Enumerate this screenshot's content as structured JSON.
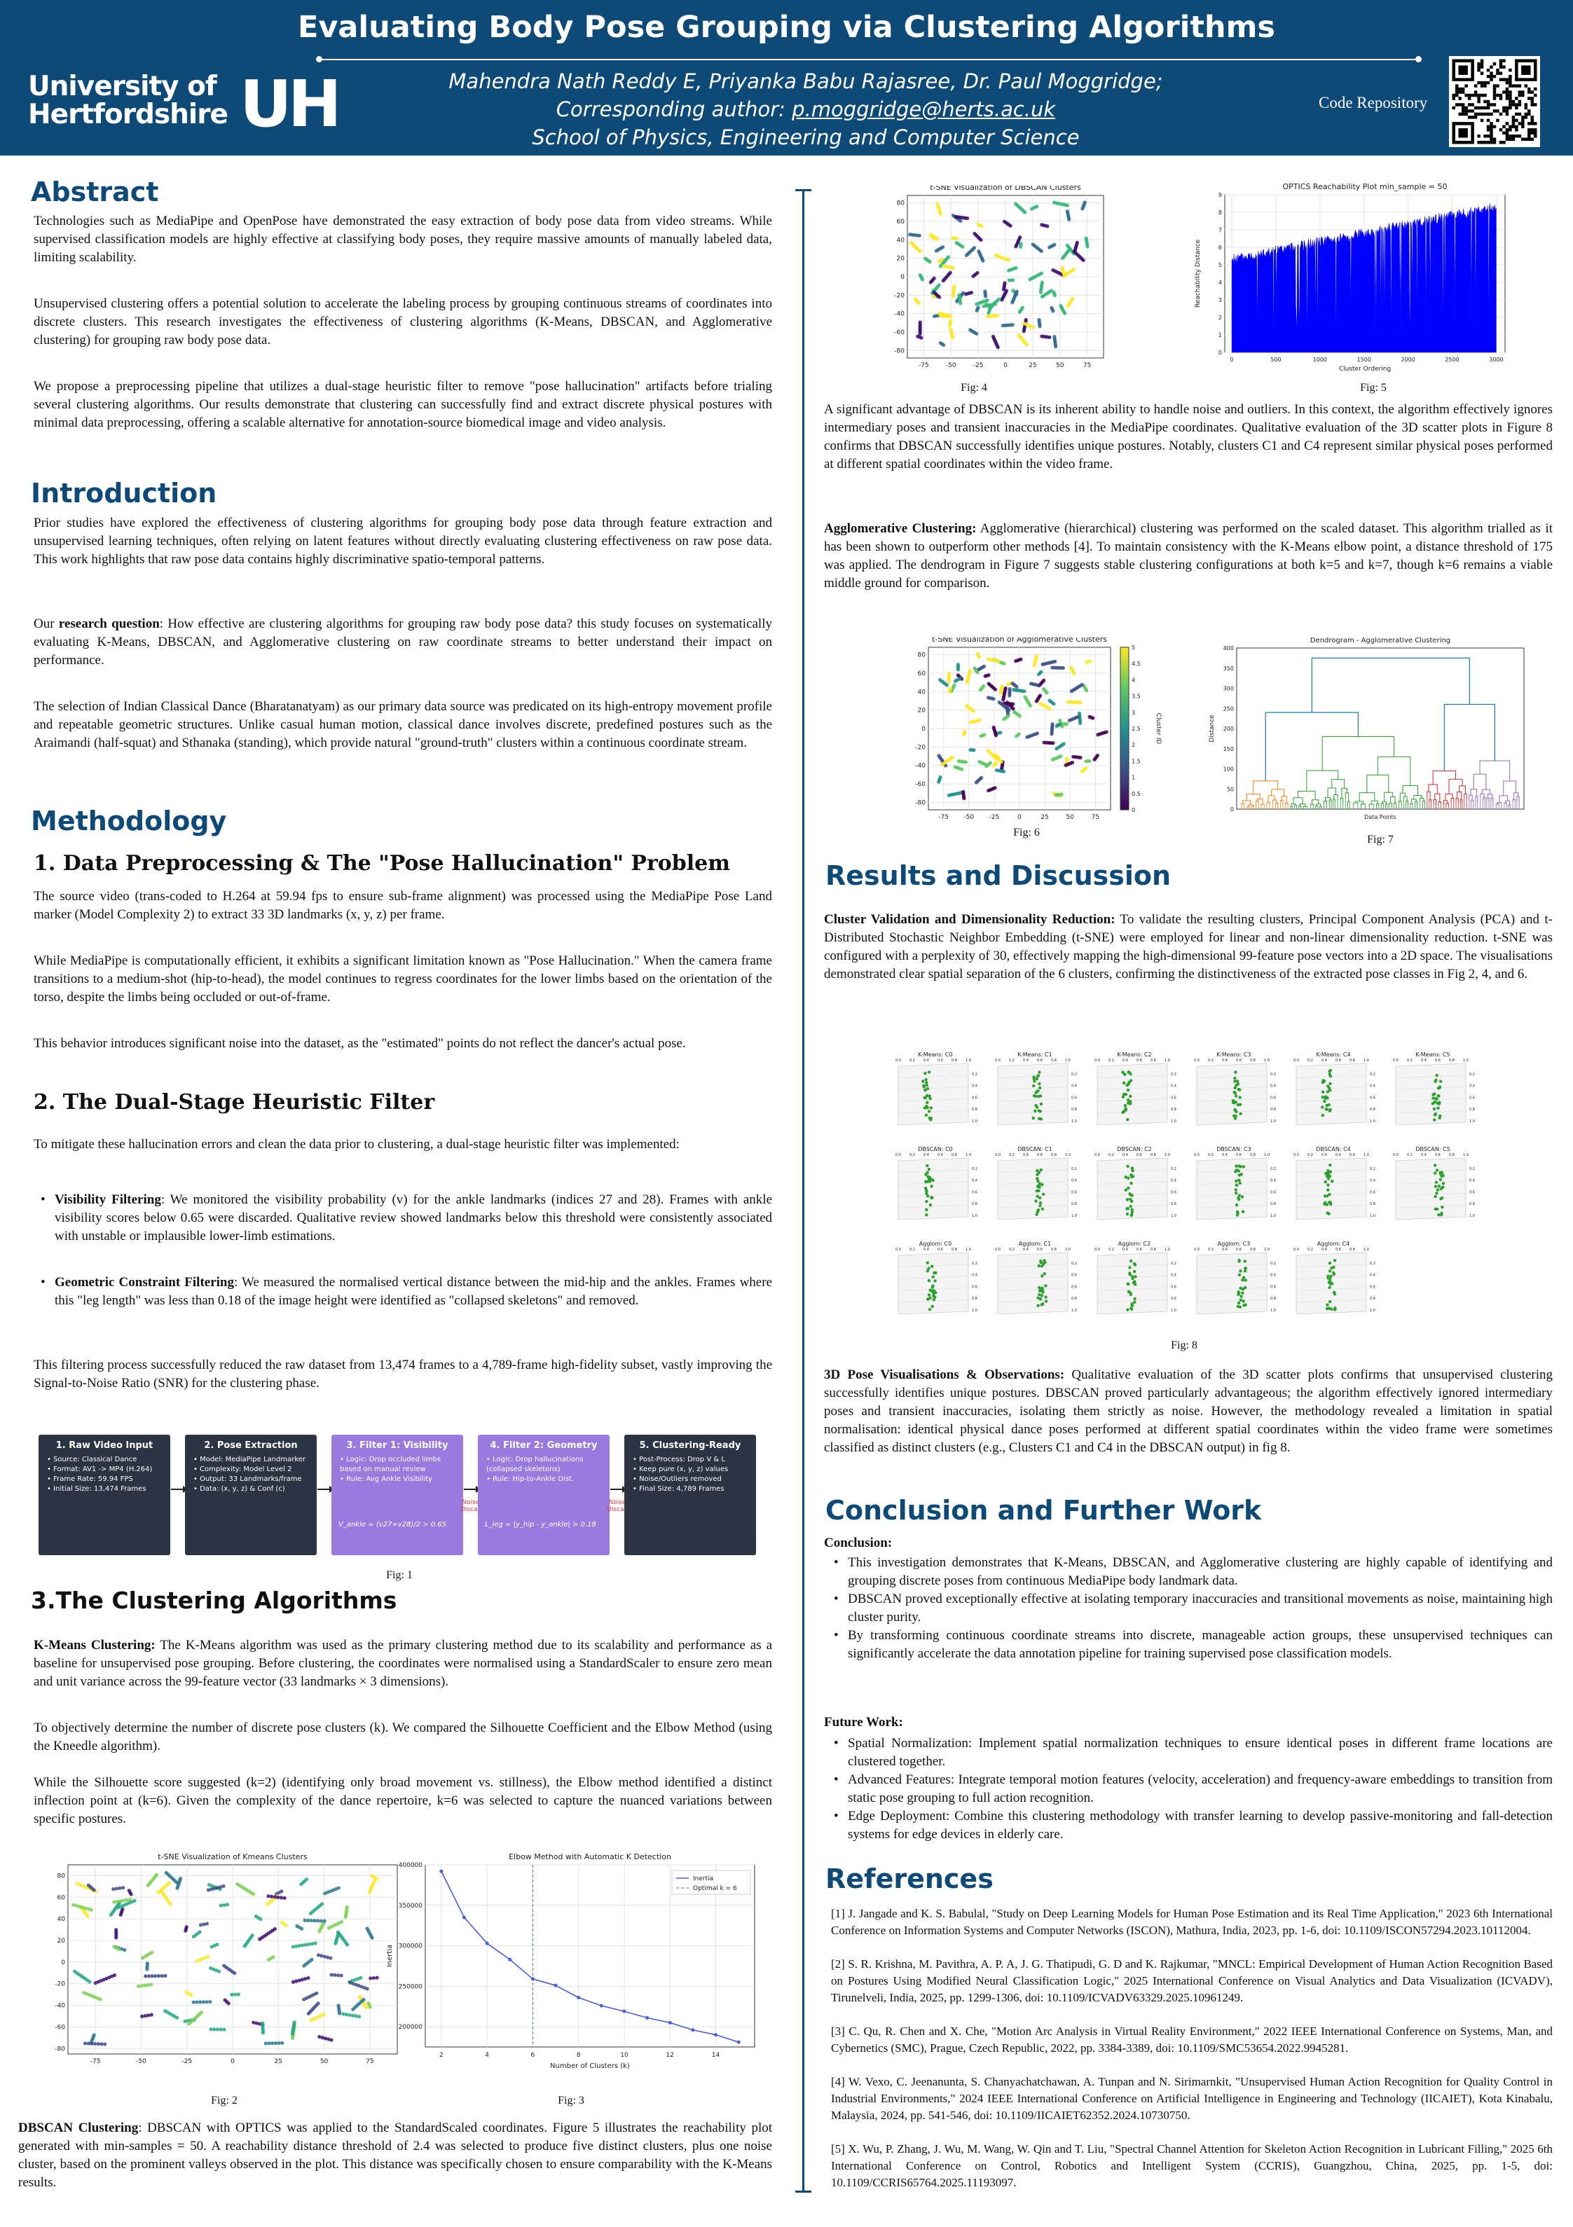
{
  "header": {
    "title": "Evaluating Body Pose Grouping via Clustering Algorithms",
    "authors": "Mahendra Nath Reddy E, Priyanka Babu Rajasree, Dr. Paul Moggridge;",
    "corresponding_prefix": "Corresponding author: ",
    "corresponding_email": "p.moggridge@herts.ac.uk",
    "affiliation": "School of Physics, Engineering and Computer Science",
    "university_line1": "University of",
    "university_line2": "Hertfordshire",
    "logo_mark": "UH",
    "code_repo": "Code Repository"
  },
  "abstract": {
    "heading": "Abstract",
    "p1": "Technologies such as MediaPipe and OpenPose have demonstrated the easy extraction of body pose data from video streams. While supervised classification models are highly effective at classifying body poses, they require massive amounts of manually labeled data, limiting scalability.",
    "p2": "Unsupervised clustering offers a potential solution to accelerate the labeling process by grouping continuous streams of coordinates into discrete clusters. This research investigates the effectiveness of clustering algorithms (K-Means, DBSCAN, and Agglomerative clustering) for grouping raw body pose data.",
    "p3": "We propose a preprocessing pipeline that utilizes a dual-stage heuristic filter to remove \"pose hallucination\" artifacts before trialing several clustering algorithms. Our results demonstrate that clustering can successfully find and extract discrete physical postures with minimal data preprocessing, offering a scalable alternative for annotation-source biomedical image and video analysis."
  },
  "introduction": {
    "heading": "Introduction",
    "p1": "Prior studies have explored the effectiveness of clustering algorithms for grouping body pose data through feature extraction and unsupervised learning techniques, often relying on latent features without directly evaluating clustering effectiveness on raw pose data.  This work highlights that raw pose data contains highly discriminative spatio-temporal patterns.",
    "p2_lead": "Our ",
    "p2_bold": "research question",
    "p2_rest": ": How effective are clustering algorithms for grouping raw body pose data? this study focuses on systematically evaluating K-Means, DBSCAN, and Agglomerative clustering on raw coordinate streams to better understand their impact on performance.",
    "p3": "The selection of Indian Classical Dance (Bharatanatyam) as our primary data source was predicated on its high-entropy movement profile and repeatable geometric structures. Unlike casual human motion, classical dance involves discrete, predefined postures such as the Araimandi (half-squat) and Sthanaka (standing), which provide natural \"ground-truth\" clusters within a continuous coordinate stream."
  },
  "methodology": {
    "heading": "Methodology",
    "s1_heading": "1. Data Preprocessing & The \"Pose Hallucination\" Problem",
    "s1_p1": "The source video (trans-coded to H.264 at 59.94 fps to ensure sub-frame alignment) was processed using the MediaPipe Pose Land marker (Model Complexity 2) to extract 33 3D landmarks (x, y, z) per frame.",
    "s1_p2": "While MediaPipe is computationally efficient, it exhibits a significant limitation known as \"Pose Hallucination.\" When the camera frame transitions to a medium-shot (hip-to-head), the model continues to regress coordinates for the lower limbs based on the orientation of the torso, despite the limbs being occluded or out-of-frame.",
    "s1_p3": "This behavior introduces significant noise into the dataset, as the \"estimated\" points do not reflect the dancer's actual pose.",
    "s2_heading": "2. The Dual-Stage Heuristic Filter",
    "s2_p1": "To mitigate these hallucination errors and clean the data prior to clustering, a dual-stage heuristic filter was implemented:",
    "s2_b1_bold": "Visibility Filtering",
    "s2_b1_rest": ": We monitored the visibility probability (v) for the ankle landmarks (indices 27 and 28). Frames with ankle visibility scores below 0.65 were discarded. Qualitative review showed landmarks below this threshold were consistently associated with unstable or implausible lower-limb estimations.",
    "s2_b2_bold": "Geometric Constraint Filtering",
    "s2_b2_rest": ": We measured the normalised vertical distance between the mid-hip and the ankles. Frames where this \"leg length\" was less than 0.18 of the image height were identified as \"collapsed skeletons\" and removed.",
    "s2_p2": "This filtering process successfully reduced the raw dataset from 13,474 frames to a 4,789-frame high-fidelity subset, vastly improving the Signal-to-Noise Ratio (SNR) for the clustering phase.",
    "pipeline": [
      {
        "title": "1. Raw Video Input",
        "items": [
          "Source: Classical Dance",
          "Format: AV1 -> MP4 (H.264)",
          "Frame Rate: 59.94 FPS",
          "Initial Size: 13,474 Frames"
        ],
        "formula": "",
        "color": "#2b3442"
      },
      {
        "title": "2. Pose Extraction",
        "items": [
          "Model: MediaPipe Landmarker",
          "Complexity: Model Level 2",
          "Output: 33 Landmarks/frame",
          "Data: (x, y, z) & Conf (c)"
        ],
        "formula": "",
        "color": "#2b3442"
      },
      {
        "title": "3. Filter 1: Visibility",
        "items": [
          "Logic: Drop occluded limbs based on manual review",
          "Rule: Avg Ankle Visibility"
        ],
        "formula": "V_ankle = (v27+v28)/2 > 0.65",
        "color": "#9b7ae0"
      },
      {
        "title": "4. Filter 2: Geometry",
        "items": [
          "Logic: Drop hallucinations (collapsed skeletons)",
          "Rule: Hip-to-Ankle Dist."
        ],
        "formula": "L_leg = |y_hip - y_ankle| > 0.18",
        "color": "#9b7ae0"
      },
      {
        "title": "5. Clustering-Ready",
        "items": [
          "Post-Process: Drop V & L",
          "Keep pure (x, y, z) values",
          "Noise/Outliers removed",
          "Final Size: 4,789 Frames"
        ],
        "formula": "",
        "color": "#2b3442"
      }
    ],
    "noise_label": "Noise Discarded",
    "fig1": "Fig: 1",
    "s3_heading": "3.The Clustering Algorithms",
    "s3_p1_bold": "K-Means Clustering:",
    "s3_p1_rest": " The K-Means algorithm was used as the primary clustering method due to its scalability and performance as a baseline for unsupervised pose grouping. Before clustering, the coordinates were normalised using a StandardScaler to ensure zero mean and unit variance across the 99-feature vector (33 landmarks × 3 dimensions).",
    "s3_p2": "To objectively determine the number of discrete pose clusters (k). We compared the Silhouette Coefficient and the Elbow Method (using the Kneedle algorithm).",
    "s3_p3": "While the Silhouette score suggested (k=2) (identifying only broad movement vs. stillness), the Elbow method identified a distinct inflection point at (k=6). Given the complexity of the dance repertoire, k=6 was selected to capture the nuanced variations between specific postures.",
    "fig2": "Fig: 2",
    "fig3": "Fig: 3",
    "s3_p4_bold": "DBSCAN Clustering",
    "s3_p4_rest": ": DBSCAN with OPTICS was applied to the StandardScaled coordinates. Figure 5 illustrates the reachability plot generated with min-samples = 50. A reachability distance threshold of 2.4 was selected to produce five distinct clusters, plus one noise cluster, based on the prominent valleys observed in the plot. This distance was specifically chosen to ensure comparability with the K-Means results."
  },
  "right": {
    "fig4": "Fig: 4",
    "fig5": "Fig: 5",
    "p1": "A significant advantage of DBSCAN is its inherent ability to handle noise and outliers. In this context, the algorithm effectively ignores intermediary poses and transient inaccuracies in the MediaPipe coordinates. Qualitative evaluation of the 3D scatter plots in Figure 8 confirms that DBSCAN successfully identifies unique postures. Notably, clusters C1 and C4 represent similar physical poses performed at different spatial coordinates within the video frame.",
    "p2_bold": "Agglomerative Clustering:",
    "p2_rest": " Agglomerative (hierarchical) clustering was performed on the scaled dataset. This algorithm trialled as it has been shown to outperform other methods [4]. To maintain consistency with the K-Means elbow point, a distance threshold of 175 was applied. The dendrogram in Figure 7 suggests stable clustering configurations at both k=5 and k=7, though k=6 remains a viable middle ground for comparison.",
    "fig6": "Fig: 6",
    "fig7": "Fig: 7",
    "results_heading": "Results and Discussion",
    "r_p1_bold": "Cluster Validation and Dimensionality Reduction:",
    "r_p1_rest": " To validate the resulting clusters, Principal Component Analysis (PCA) and t-Distributed Stochastic Neighbor Embedding (t-SNE) were employed for linear and non-linear dimensionality reduction. t-SNE was configured with a perplexity of 30, effectively mapping the high-dimensional 99-feature pose vectors into a 2D space. The visualisations demonstrated clear spatial separation of the 6 clusters, confirming the distinctiveness of the extracted pose classes in Fig 2, 4, and 6.",
    "fig8": "Fig: 8",
    "r_p2_bold": "3D Pose Visualisations & Observations:",
    "r_p2_rest": " Qualitative evaluation of the 3D scatter plots confirms that unsupervised clustering successfully identifies unique postures. DBSCAN proved particularly advantageous; the algorithm effectively ignored intermediary poses and transient inaccuracies, isolating them strictly as noise. However, the methodology revealed a limitation in spatial normalisation: identical physical dance poses performed at different spatial coordinates within the video frame were sometimes classified as distinct clusters (e.g., Clusters C1 and C4 in the DBSCAN output) in fig 8.",
    "conclusion_heading": "Conclusion and Further Work",
    "conclusion_label": "Conclusion:",
    "conclusion_items": [
      "This investigation demonstrates that K-Means, DBSCAN, and Agglomerative clustering are highly capable of identifying and grouping discrete poses from continuous MediaPipe body landmark data.",
      "DBSCAN proved exceptionally effective at isolating temporary inaccuracies and transitional movements as noise, maintaining high cluster purity.",
      "By transforming continuous coordinate streams into discrete, manageable action groups, these unsupervised techniques can significantly accelerate the data annotation pipeline for training supervised pose classification models."
    ],
    "future_label": "Future Work:",
    "future_items": [
      "Spatial Normalization: Implement spatial normalization techniques to ensure identical poses in different frame locations are clustered together.",
      "Advanced Features: Integrate temporal motion features (velocity, acceleration) and frequency-aware embeddings to transition from static pose grouping to full action recognition.",
      "Edge Deployment: Combine this clustering methodology with transfer learning to develop passive-monitoring and fall-detection systems for edge devices in elderly care."
    ],
    "references_heading": "References",
    "references": [
      "[1] J. Jangade and K. S. Babulal, \"Study on Deep Learning Models for Human Pose Estimation and its Real Time Application,\" 2023 6th International Conference on Information Systems and Computer Networks (ISCON), Mathura, India, 2023, pp. 1-6, doi: 10.1109/ISCON57294.2023.10112004.",
      "[2] S. R. Krishna, M. Pavithra, A. P. A, J. G. Thatipudi, G. D and K. Rajkumar, \"MNCL: Empirical Development of Human Action Recognition Based on Postures Using Modified Neural Classification Logic,\" 2025 International Conference on Visual Analytics and Data Visualization (ICVADV), Tirunelveli, India, 2025, pp. 1299-1306, doi: 10.1109/ICVADV63329.2025.10961249.",
      "[3] C. Qu, R. Chen and X. Che, \"Motion Arc Analysis in Virtual Reality Environment,\" 2022 IEEE International Conference on Systems, Man, and Cybernetics (SMC), Prague, Czech Republic, 2022, pp. 3384-3389, doi: 10.1109/SMC53654.2022.9945281.",
      "[4] W. Vexo, C. Jeenanunta, S. Chanyachatchawan, A. Tunpan and N. Sirimarnkit, \"Unsupervised Human Action Recognition for Quality Control in Industrial Environments,\" 2024 IEEE International Conference on Artificial Intelligence in Engineering and Technology (IICAIET), Kota Kinabalu, Malaysia, 2024, pp. 541-546, doi: 10.1109/IICAIET62352.2024.10730750.",
      "[5] X. Wu, P. Zhang, J. Wu, M. Wang, W. Qin and T. Liu, \"Spectral Channel Attention for Skeleton Action Recognition in Lubricant Filling,\" 2025 6th International Conference on Control, Robotics and Intelligent System (CCRIS), Guangzhou, China, 2025, pp. 1-5, doi: 10.1109/CCRIS65764.2025.11193097."
    ]
  },
  "chart_data": [
    {
      "type": "scatter",
      "title": "t-SNE Visualization of Kmeans Clusters",
      "xlim": [
        -90,
        90
      ],
      "ylim": [
        -85,
        90
      ],
      "xticks": [
        -75,
        -50,
        -25,
        0,
        25,
        50,
        75
      ],
      "yticks": [
        -80,
        -60,
        -40,
        -20,
        0,
        20,
        40,
        60,
        80
      ],
      "cluster_colors": [
        "#3b0f70",
        "#3e4a89",
        "#2a788e",
        "#22a884",
        "#7ad151",
        "#fde725"
      ],
      "grid": true
    },
    {
      "type": "line",
      "title": "Elbow Method with Automatic K Detection",
      "xlabel": "Number of Clusters (k)",
      "ylabel": "Inertia",
      "x": [
        2,
        3,
        4,
        5,
        6,
        7,
        8,
        9,
        10,
        11,
        12,
        13,
        14,
        15
      ],
      "values": [
        392000,
        335000,
        303000,
        283000,
        259000,
        251000,
        236000,
        226000,
        219000,
        211000,
        205000,
        196000,
        190000,
        181000
      ],
      "optimal_k": 6,
      "xlim": [
        1.3,
        15.7
      ],
      "ylim": [
        175000,
        400000
      ],
      "xticks": [
        2,
        4,
        6,
        8,
        10,
        12,
        14
      ],
      "yticks": [
        200000,
        250000,
        300000,
        350000,
        400000
      ],
      "legend": [
        "Inertia",
        "Optimal k = 6"
      ],
      "legend_position": "top-right",
      "grid": true
    },
    {
      "type": "scatter",
      "title": "t-SNE Visualization of DBSCAN Clusters",
      "xlim": [
        -90,
        90
      ],
      "ylim": [
        -88,
        88
      ],
      "xticks": [
        -75,
        -50,
        -25,
        0,
        25,
        50,
        75
      ],
      "yticks": [
        -80,
        -60,
        -40,
        -20,
        0,
        20,
        40,
        60,
        80
      ],
      "cluster_colors": [
        "#3b0f70",
        "#31688e",
        "#35b779",
        "#fde725"
      ],
      "grid": true
    },
    {
      "type": "area",
      "title": "OPTICS Reachability Plot min_sample = 50",
      "xlabel": "Cluster Ordering",
      "ylabel": "Reachability Distance",
      "xlim": [
        -80,
        3100
      ],
      "ylim": [
        0,
        9
      ],
      "xticks": [
        0,
        500,
        1000,
        1500,
        2000,
        2500,
        3000
      ],
      "yticks": [
        0,
        1,
        2,
        3,
        4,
        5,
        6,
        7,
        8,
        9
      ],
      "color": "#0000ff",
      "grid": true
    },
    {
      "type": "scatter",
      "title": "t-SNE Visualization of Agglomerative Clusters",
      "xlim": [
        -90,
        90
      ],
      "ylim": [
        -88,
        88
      ],
      "xticks": [
        -75,
        -50,
        -25,
        0,
        25,
        50,
        75
      ],
      "yticks": [
        -80,
        -60,
        -40,
        -20,
        0,
        20,
        40,
        60,
        80
      ],
      "colorbar_label": "Cluster ID",
      "colorbar_ticks": [
        0,
        0.5,
        1,
        1.5,
        2,
        2.5,
        3,
        3.5,
        4,
        4.5,
        5
      ],
      "cluster_colors": [
        "#440154",
        "#3b528b",
        "#21918c",
        "#5ec962",
        "#fde725"
      ],
      "grid": true
    },
    {
      "type": "diagram",
      "title": "Dendrogram - Agglomerative Clustering",
      "xlabel": "Data Points",
      "ylabel": "Distance",
      "ylim": [
        0,
        400
      ],
      "yticks": [
        0,
        50,
        100,
        150,
        200,
        250,
        300,
        350,
        400
      ],
      "branch_colors": [
        "#ff7f0e",
        "#2ca02c",
        "#d62728",
        "#9467bd",
        "#1f77b4"
      ]
    },
    {
      "type": "scatter",
      "title": "3D pose cluster scatter grid",
      "panels": [
        "K-Means: C0",
        "K-Means: C1",
        "K-Means: C2",
        "K-Means: C3",
        "K-Means: C4",
        "K-Means: C5",
        "DBSCAN: C0",
        "DBSCAN: C1",
        "DBSCAN: C2",
        "DBSCAN: C3",
        "DBSCAN: C4",
        "DBSCAN: C5",
        "Agglom: C0",
        "Agglom: C1",
        "Agglom: C2",
        "Agglom: C3",
        "Agglom: C4"
      ],
      "axis_ticks": [
        "0.0",
        "0.2",
        "0.4",
        "0.6",
        "0.8",
        "1.0"
      ],
      "point_color": "#2ca02c"
    }
  ]
}
